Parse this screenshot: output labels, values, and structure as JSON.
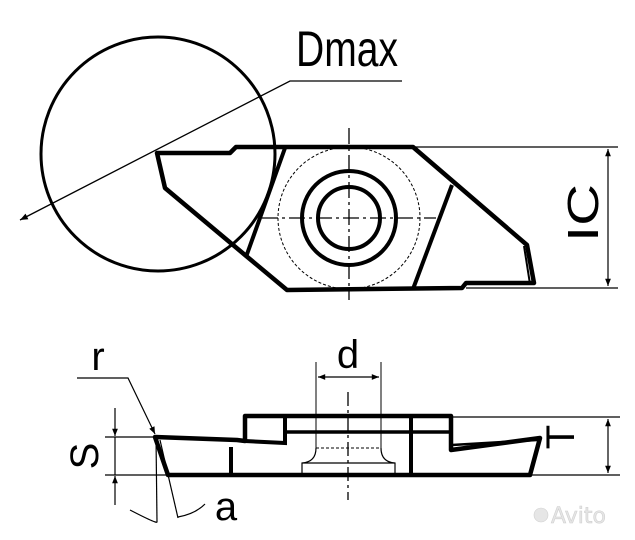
{
  "labels": {
    "dmax": "Dmax",
    "ic": "IC",
    "d": "d",
    "r": "r",
    "s": "S",
    "t": "T",
    "alpha": "a"
  },
  "watermark": "Avito",
  "colors": {
    "line": "#000000",
    "background": "#ffffff",
    "watermark": "#e6e6e6"
  }
}
